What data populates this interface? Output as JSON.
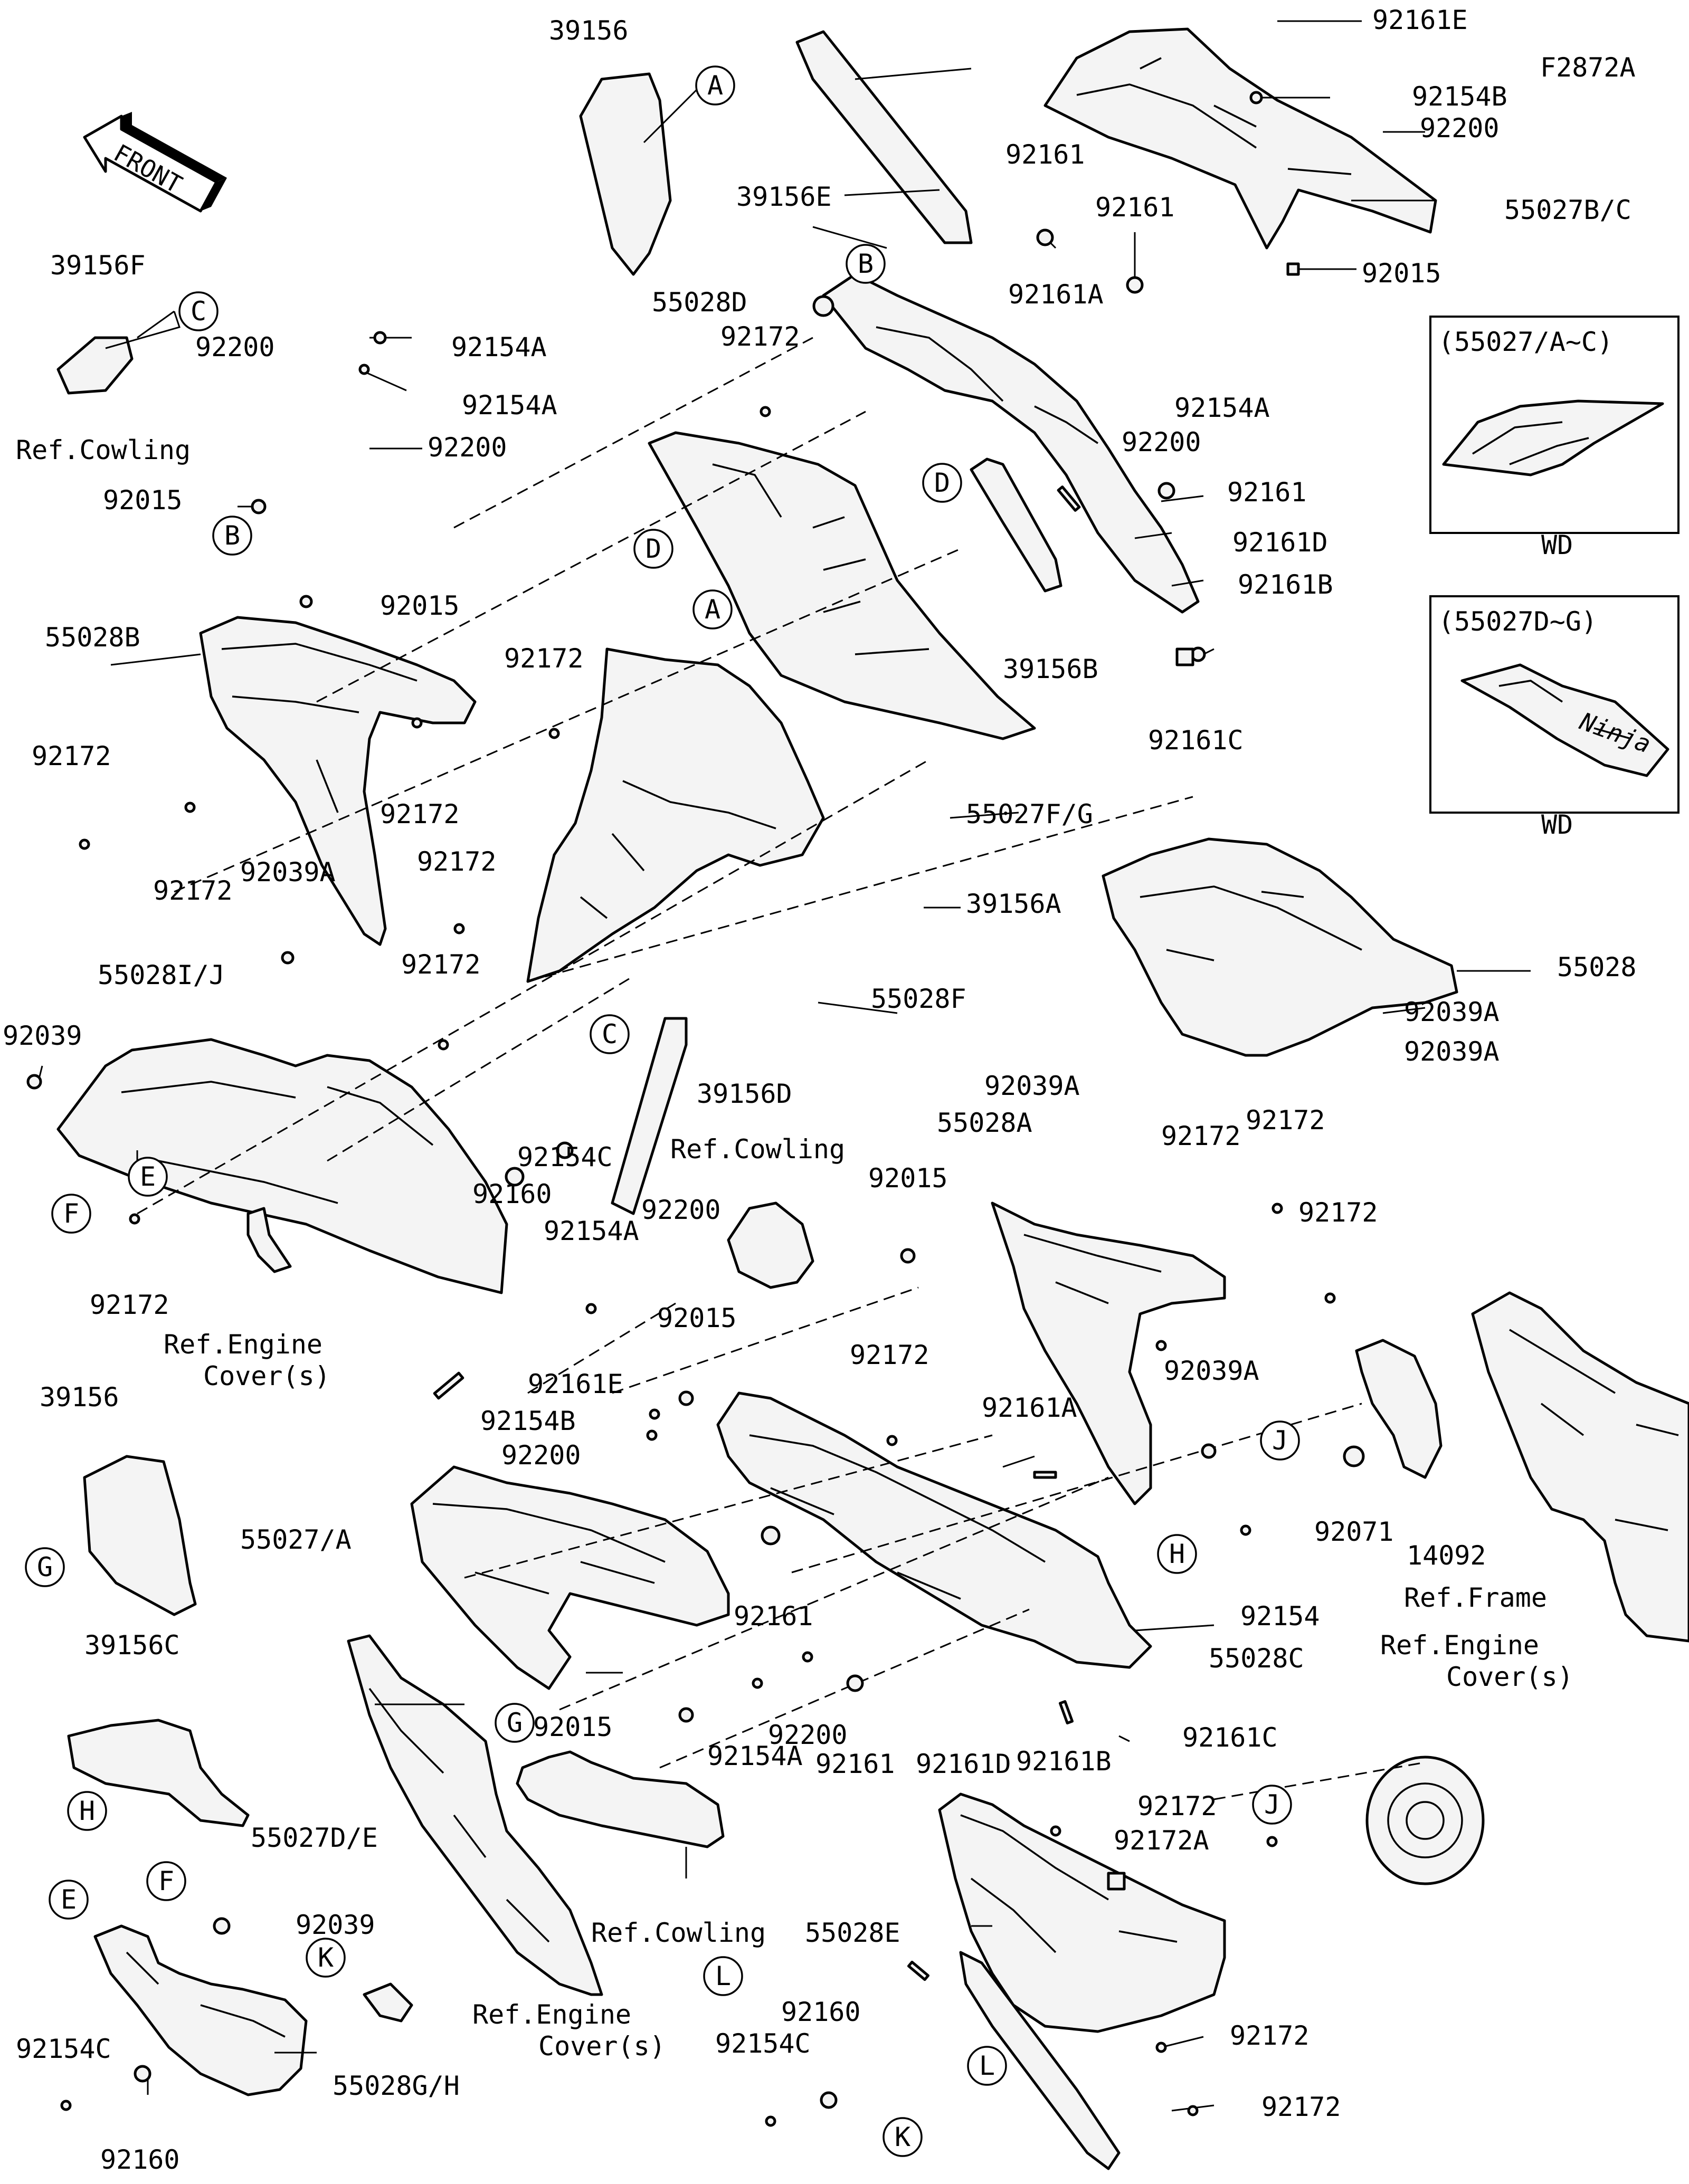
{
  "diagram_code": "F2872A",
  "front_label": "FRONT",
  "insets": [
    {
      "title": "(55027/A~C)",
      "caption": "WD"
    },
    {
      "title": "(55027D~G)",
      "caption": "WD",
      "logo_text": "Ninja"
    }
  ],
  "callout_letters": [
    "A",
    "B",
    "C",
    "D",
    "E",
    "F",
    "G",
    "H",
    "J",
    "K",
    "L"
  ],
  "labels": {
    "p39156_top": "39156",
    "p39156E": "39156E",
    "p39156F": "39156F",
    "p92161E_top": "92161E",
    "p92154B_top": "92154B",
    "p92200_top": "92200",
    "p55027BC": "55027B/C",
    "p92015_top": "92015",
    "p92161_a": "92161",
    "p92161_b": "92161",
    "p92161A_top": "92161A",
    "p55028D": "55028D",
    "p92172_d": "92172",
    "p92154A_r": "92154A",
    "p92200_r": "92200",
    "p92161_c": "92161",
    "p92161D_top": "92161D",
    "p92161B_top": "92161B",
    "p39156B": "39156B",
    "p92161C_top": "92161C",
    "p92154A_l1": "92154A",
    "p92200_l1": "92200",
    "p92154A_l2": "92154A",
    "p92200_l2": "92200",
    "ref_cowling_1": "Ref.Cowling",
    "p92015_l": "92015",
    "p92015_m": "92015",
    "p55028B": "55028B",
    "p92172_a": "92172",
    "p92172_b": "92172",
    "p92172_c": "92172",
    "p92172_e": "92172",
    "p92039A_l": "92039A",
    "p92172_f": "92172",
    "p92172_g": "92172",
    "p55027FG": "55027F/G",
    "p39156A": "39156A",
    "p55028F": "55028F",
    "p55028": "55028",
    "p92039A_r1": "92039A",
    "p92039A_r2": "92039A",
    "p92039A_r3": "92039A",
    "p55028IJ": "55028I/J",
    "p92039_l": "92039",
    "p92154C_m": "92154C",
    "p92160_m": "92160",
    "p92172_h": "92172",
    "ref_engine_1a": "Ref.Engine",
    "ref_engine_1b": "Cover(s)",
    "p39156D": "39156D",
    "ref_cowling_2": "Ref.Cowling",
    "p92015_c": "92015",
    "p92154A_c": "92154A",
    "p92200_c": "92200",
    "p92015_c2": "92015",
    "p55028A": "55028A",
    "p92172_i": "92172",
    "p92172_j": "92172",
    "p92172_k": "92172",
    "p92039A_m": "92039A",
    "p39156_l": "39156",
    "p92161E_l": "92161E",
    "p92154B_l": "92154B",
    "p92200_l3": "92200",
    "p55027A": "55027/A",
    "p92172_l": "92172",
    "p92161A_m": "92161A",
    "p92161_m": "92161",
    "p55028C": "55028C",
    "p92154_r": "92154",
    "p92071": "92071",
    "p14092": "14092",
    "ref_frame": "Ref.Frame",
    "ref_engine_2a": "Ref.Engine",
    "ref_engine_2b": "Cover(s)",
    "p39156C": "39156C",
    "p92015_b": "92015",
    "p92154A_b": "92154A",
    "p92200_b": "92200",
    "p92161_b2": "92161",
    "p92161D_b": "92161D",
    "p92161B_b": "92161B",
    "p92161C_b": "92161C",
    "p55027DE": "55027D/E",
    "ref_cowling_3": "Ref.Cowling",
    "p92172_m": "92172",
    "p92172A": "92172A",
    "p55028E": "55028E",
    "p92039_b": "92039",
    "ref_engine_3a": "Ref.Engine",
    "ref_engine_3b": "Cover(s)",
    "p92154C_b": "92154C",
    "p55028GH": "55028G/H",
    "p92160_b": "92160",
    "p92160_c": "92160",
    "p92154C_c": "92154C",
    "p92172_n": "92172",
    "p92172_o": "92172"
  }
}
